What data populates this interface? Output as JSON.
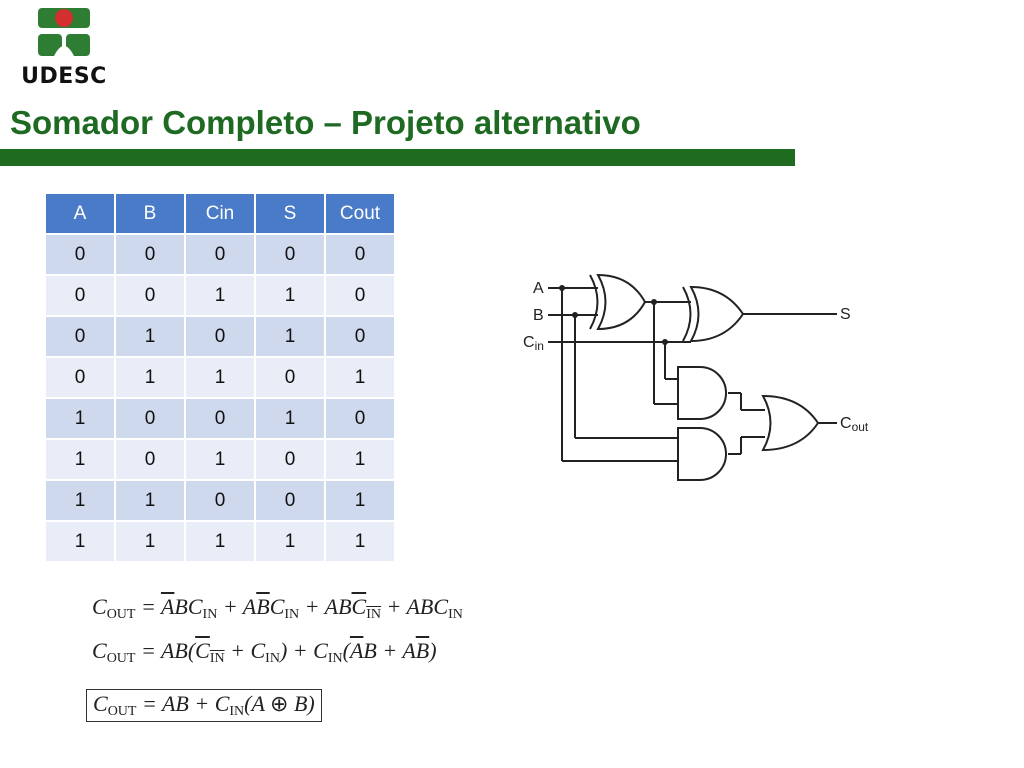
{
  "logo": {
    "text": "UDESC",
    "colors": {
      "green": "#2e7d32",
      "red": "#d32f2f"
    }
  },
  "title": "Somador Completo – Projeto alternativo",
  "table": {
    "headers": [
      "A",
      "B",
      "Cin",
      "S",
      "Cout"
    ],
    "rows": [
      [
        "0",
        "0",
        "0",
        "0",
        "0"
      ],
      [
        "0",
        "0",
        "1",
        "1",
        "0"
      ],
      [
        "0",
        "1",
        "0",
        "1",
        "0"
      ],
      [
        "0",
        "1",
        "1",
        "0",
        "1"
      ],
      [
        "1",
        "0",
        "0",
        "1",
        "0"
      ],
      [
        "1",
        "0",
        "1",
        "0",
        "1"
      ],
      [
        "1",
        "1",
        "0",
        "0",
        "1"
      ],
      [
        "1",
        "1",
        "1",
        "1",
        "1"
      ]
    ],
    "colors": {
      "header": "#4a7bc8",
      "row_odd": "#cfd9ee",
      "row_even": "#e8edf7"
    }
  },
  "circuit": {
    "inputs": {
      "a": "A",
      "b": "B",
      "cin": "C",
      "cin_sub": "in"
    },
    "outputs": {
      "s": "S",
      "cout": "C",
      "cout_sub": "out"
    }
  },
  "equations": {
    "cout_label": "C",
    "cout_sub": "OUT",
    "eq1": {
      "eq": "=",
      "plus": "+",
      "a": "A",
      "b": "B",
      "c": "C",
      "in": "IN"
    },
    "eq2": {
      "eq": "=",
      "ab": "AB",
      "lp": "(",
      "rp": ")",
      "plus": "+",
      "c": "C",
      "in": "IN",
      "a": "A",
      "b": "B"
    },
    "eq3": {
      "eq": "=",
      "ab": "AB",
      "plus": "+",
      "c": "C",
      "in": "IN",
      "lp": "(",
      "a": "A",
      "xor": "⊕",
      "b": "B",
      "rp": ")"
    }
  }
}
